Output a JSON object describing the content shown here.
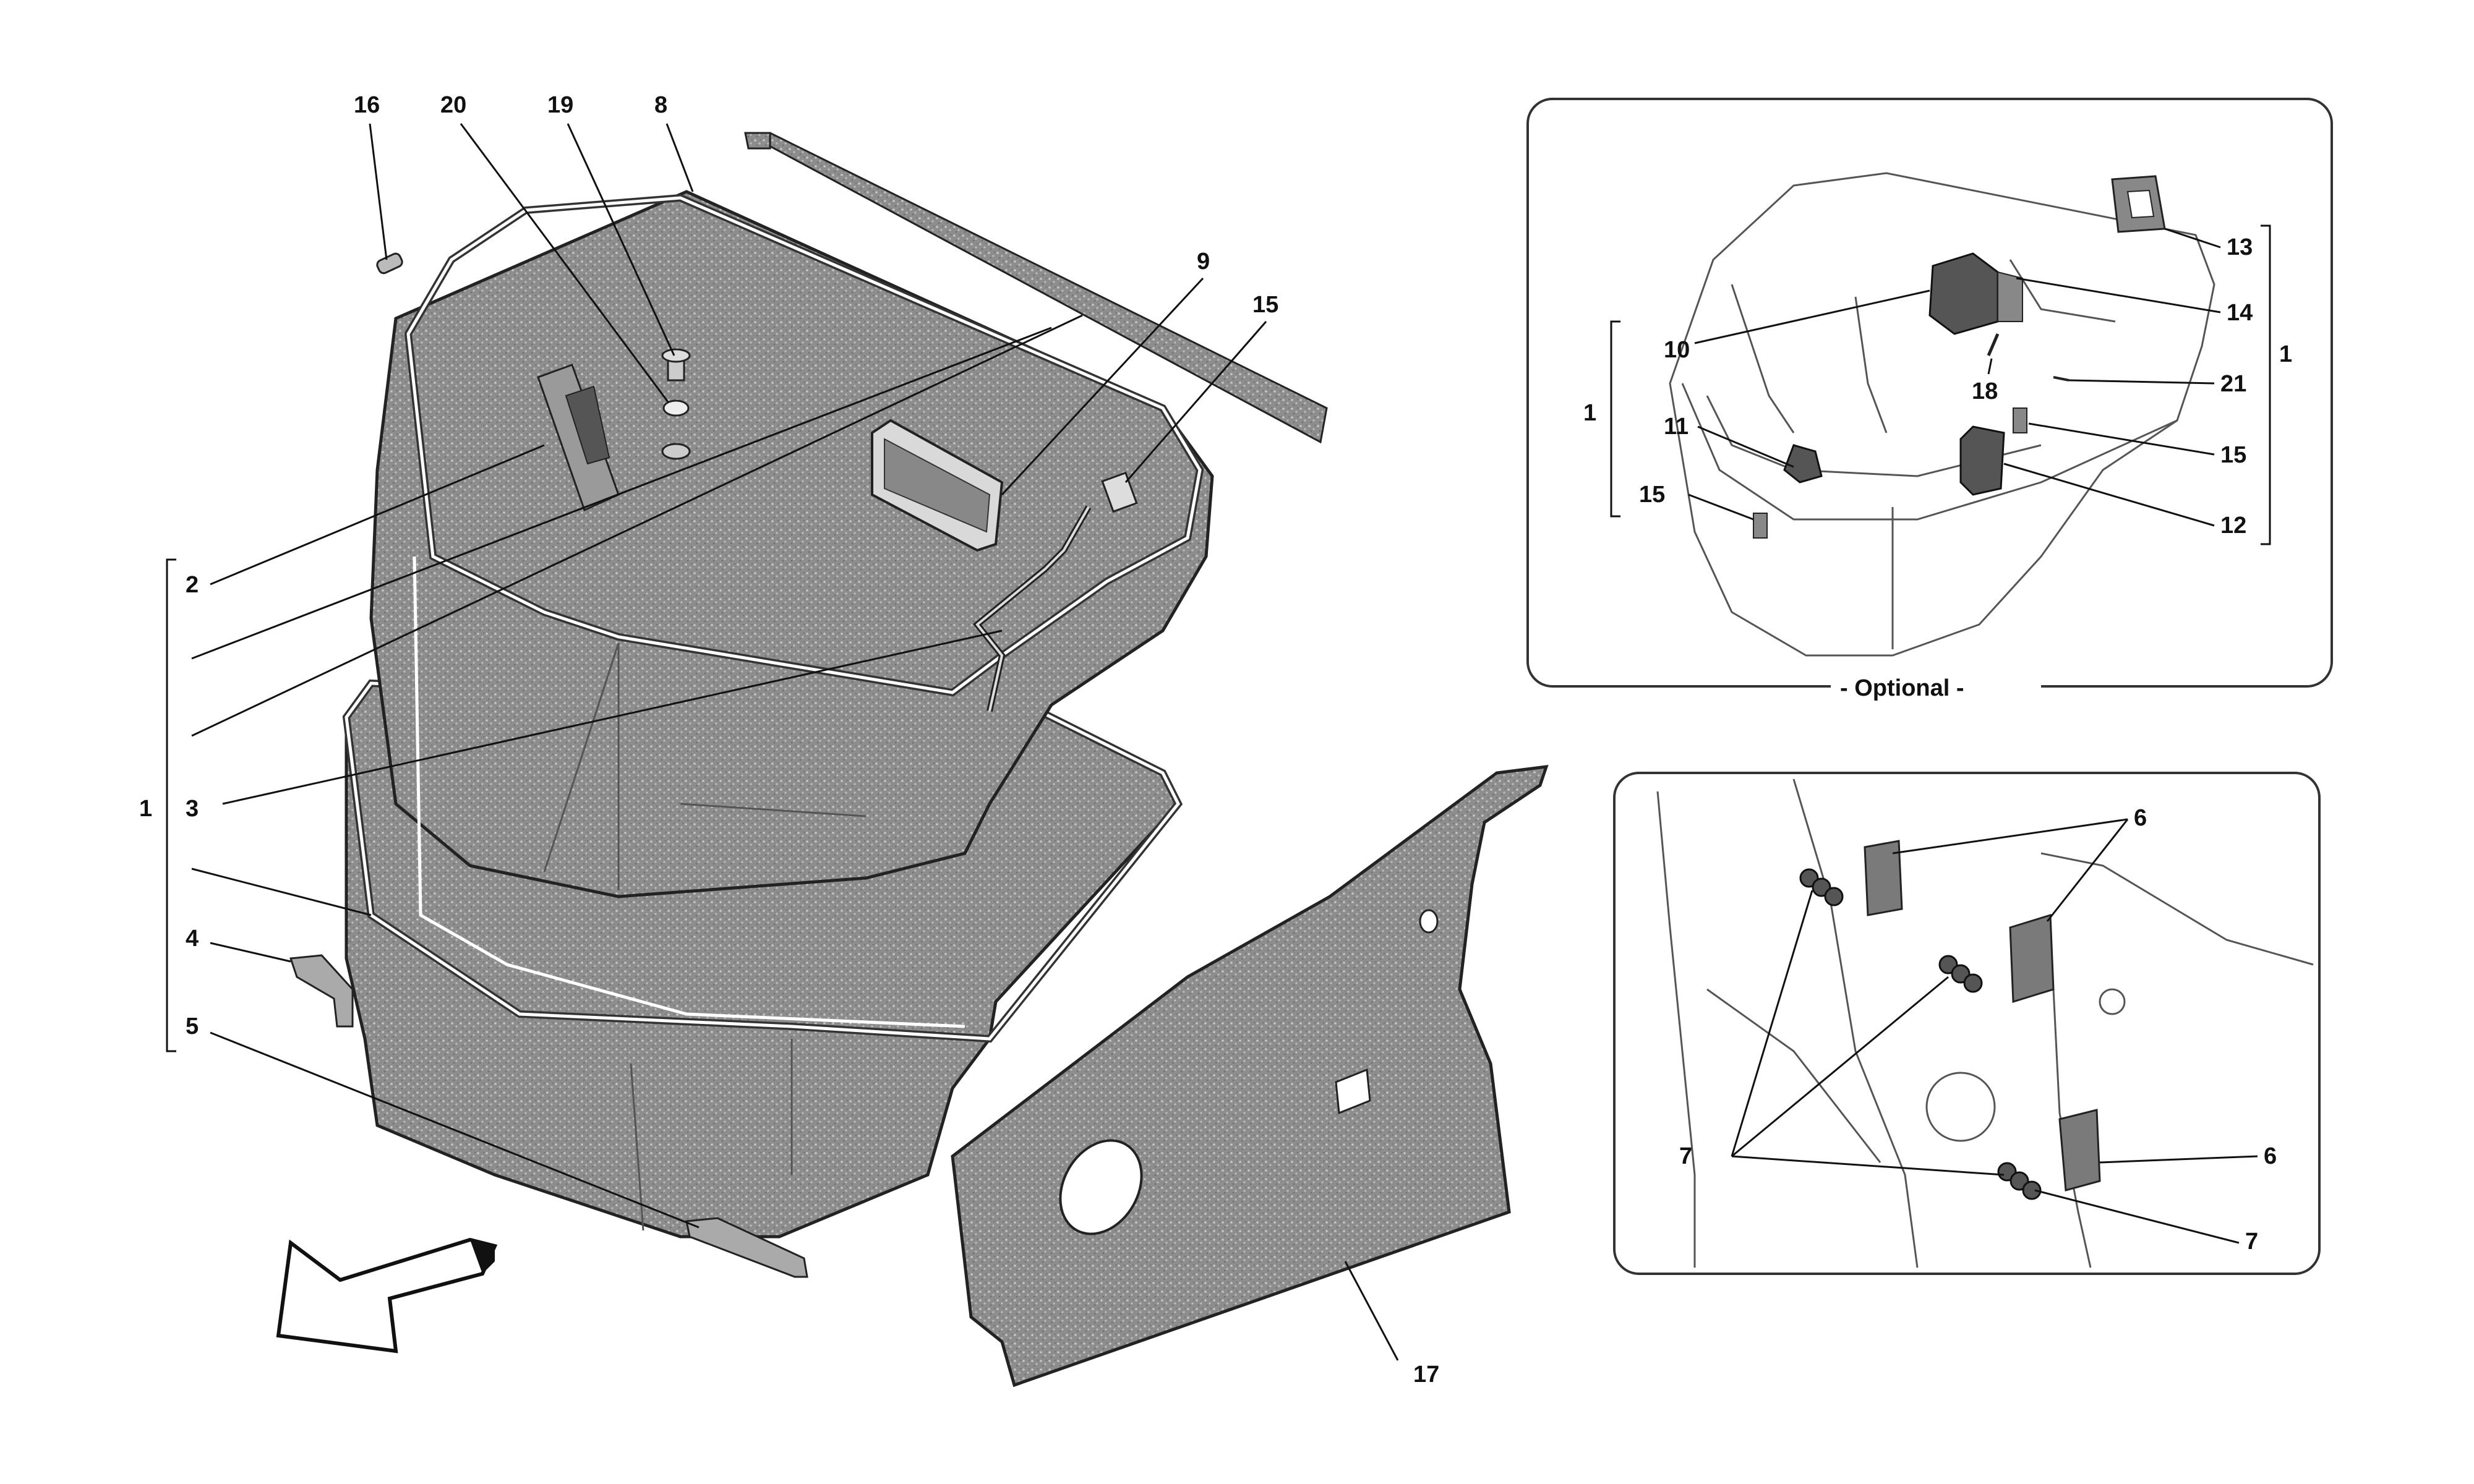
{
  "diagram": {
    "callouts": {
      "c16": "16",
      "c20": "20",
      "c19": "19",
      "c8": "8",
      "c9": "9",
      "c15": "15",
      "c2": "2",
      "c1": "1",
      "c3": "3",
      "c4": "4",
      "c5": "5",
      "c17": "17"
    },
    "optional_inset": {
      "caption": "- Optional -",
      "callouts": {
        "c13": "13",
        "c14": "14",
        "c10": "10",
        "c18": "18",
        "c21": "21",
        "c1_left": "1",
        "c1_right": "1",
        "c11": "11",
        "c15_right": "15",
        "c15_left": "15",
        "c12": "12"
      }
    },
    "mount_inset": {
      "callouts": {
        "c6_top": "6",
        "c6_bottom": "6",
        "c7_left": "7",
        "c7_right": "7"
      }
    }
  }
}
